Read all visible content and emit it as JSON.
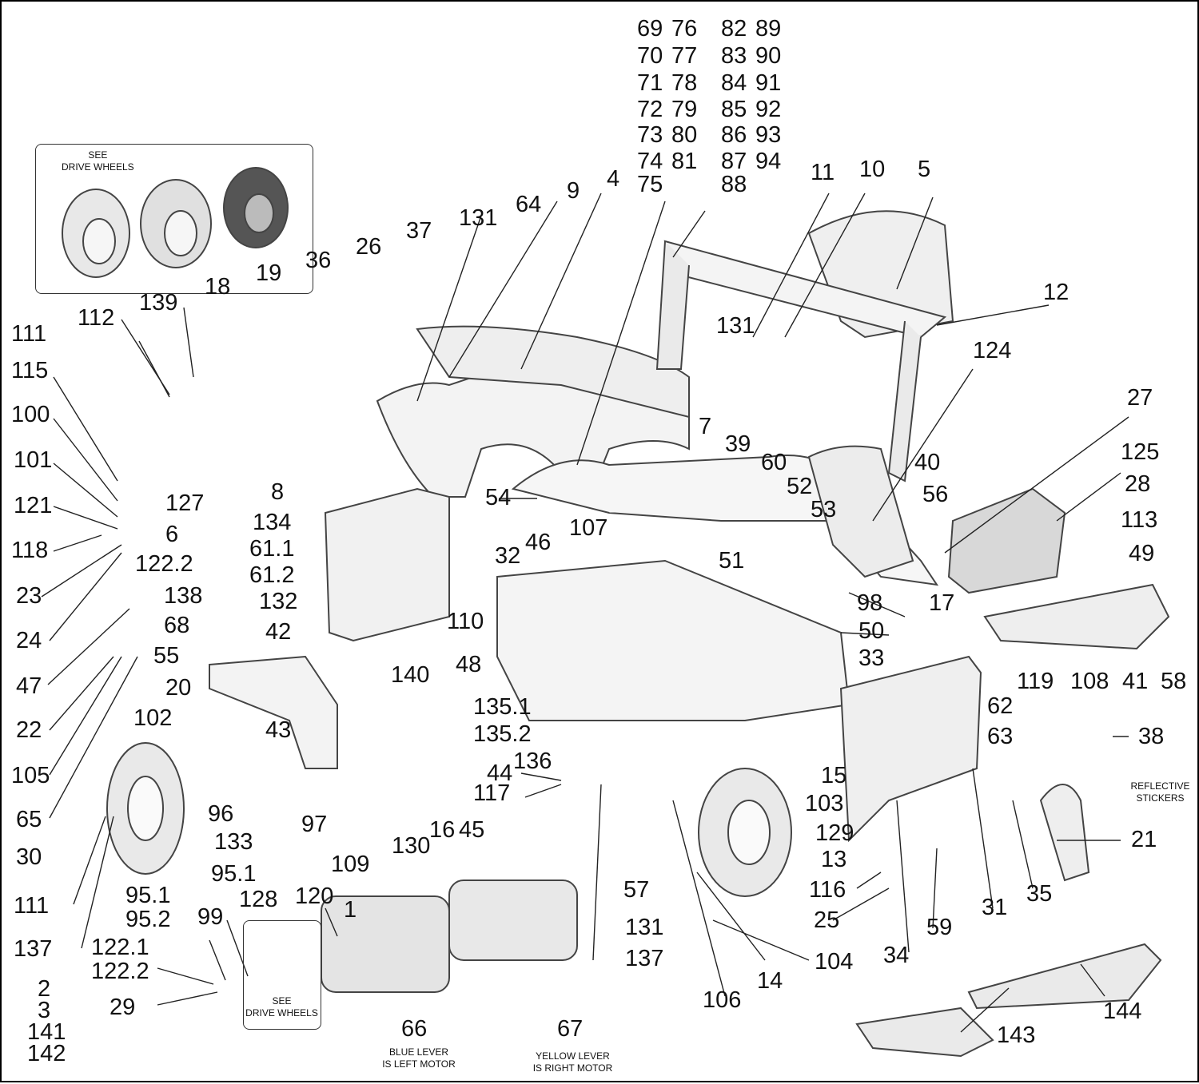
{
  "labels": [
    "69",
    "76",
    "82",
    "89",
    "70",
    "77",
    "83",
    "90",
    "71",
    "78",
    "84",
    "91",
    "72",
    "79",
    "85",
    "92",
    "73",
    "80",
    "86",
    "93",
    "74",
    "81",
    "87",
    "94",
    "75",
    "88",
    "11",
    "10",
    "5",
    "64",
    "9",
    "4",
    "131",
    "37",
    "26",
    "36",
    "19",
    "18",
    "139",
    "112",
    "111",
    "115",
    "100",
    "101",
    "121",
    "118",
    "23",
    "24",
    "47",
    "22",
    "105",
    "65",
    "30",
    "111",
    "137",
    "2",
    "3",
    "141",
    "142",
    "12",
    "124",
    "131",
    "7",
    "39",
    "60",
    "52",
    "53",
    "40",
    "56",
    "27",
    "125",
    "28",
    "113",
    "49",
    "54",
    "51",
    "8",
    "134",
    "61.1",
    "61.2",
    "127",
    "6",
    "122.2",
    "138",
    "68",
    "132",
    "42",
    "55",
    "20",
    "102",
    "43",
    "96",
    "133",
    "95.1",
    "128",
    "120",
    "97",
    "109",
    "130",
    "16",
    "45",
    "140",
    "110",
    "48",
    "135.1",
    "135.2",
    "136",
    "44",
    "117",
    "32",
    "46",
    "107",
    "98",
    "50",
    "33",
    "17",
    "119",
    "108",
    "41",
    "58",
    "62",
    "63",
    "38",
    "21",
    "35",
    "15",
    "103",
    "129",
    "13",
    "116",
    "25",
    "59",
    "31",
    "34",
    "104",
    "14",
    "106",
    "57",
    "131",
    "137",
    "66",
    "67",
    "1",
    "99",
    "95.1",
    "95.2",
    "122.1",
    "122.2",
    "29",
    "143",
    "144"
  ],
  "notes": {
    "see_drive_wheels_top": "SEE\nDRIVE WHEELS",
    "see_drive_wheels_bottom": "SEE\nDRIVE WHEELS",
    "blue_lever": "BLUE LEVER\nIS LEFT MOTOR",
    "yellow_lever": "YELLOW LEVER\nIS RIGHT MOTOR",
    "reflective": "REFLECTIVE\nSTICKERS"
  }
}
